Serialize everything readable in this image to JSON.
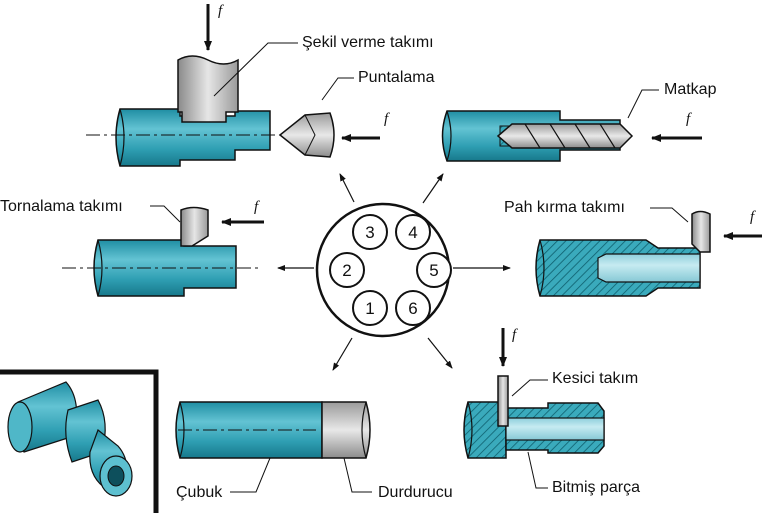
{
  "labels": {
    "forming_tool": "Şekil verme takımı",
    "centering": "Puntalama",
    "drill": "Matkap",
    "turning_tool": "Tornalama takımı",
    "chamfer_tool": "Pah kırma takımı",
    "cutoff_tool": "Kesici takım",
    "finished_part": "Bitmiş parça",
    "bar_stock": "Çubuk",
    "stop": "Durdurucu"
  },
  "feed_symbol": "f",
  "turret_stations": [
    "3",
    "4",
    "2",
    "5",
    "1",
    "6"
  ],
  "colors": {
    "workpiece": "#3aaabc",
    "workpiece_light": "#a8dde6",
    "tool": "#c8c8c8",
    "ink": "#111111"
  },
  "icons": [
    "feed-arrow-icon",
    "direction-arrow-icon"
  ]
}
